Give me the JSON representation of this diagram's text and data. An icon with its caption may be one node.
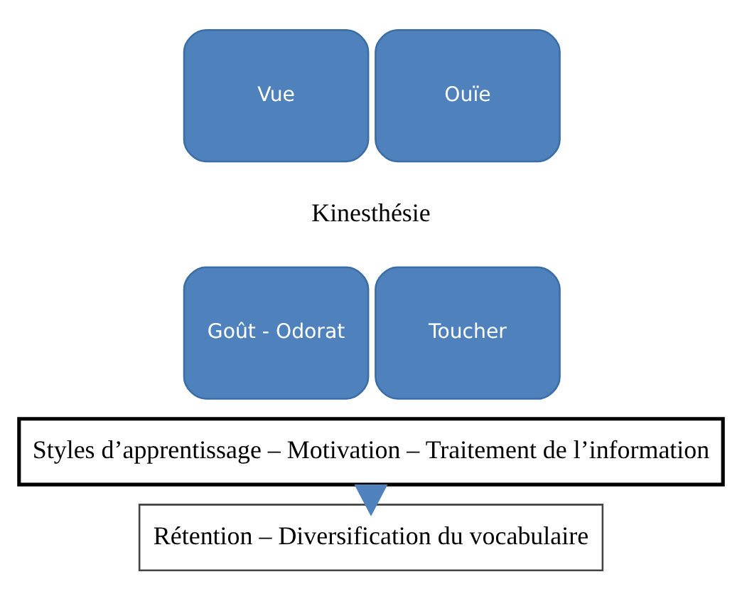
{
  "diagram": {
    "nodes": [
      {
        "text": [
          "Vue"
        ]
      },
      {
        "text": [
          "Ouïe"
        ]
      },
      {
        "text": [
          "Kinesthésie"
        ]
      },
      {
        "text": [
          "Goût - Odorat"
        ]
      },
      {
        "text": [
          "Toucher"
        ]
      },
      {
        "text": [
          "Styles d’apprentissage – Motivation – Traitement de l’information"
        ]
      },
      {
        "text": [
          "Rétention – Diversification du vocabulaire"
        ]
      }
    ],
    "edges": [
      {
        "from": 5,
        "to": 6,
        "arrow": "to",
        "style": "thick",
        "color": "#4f81bd"
      }
    ]
  }
}
